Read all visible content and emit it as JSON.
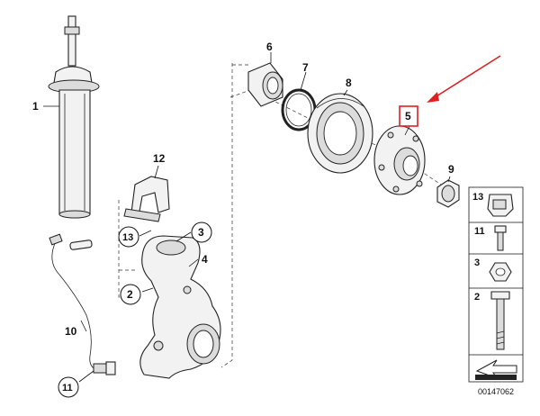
{
  "callouts": {
    "c1": "1",
    "c2": "2",
    "c3": "3",
    "c4": "4",
    "c5": "5",
    "c6": "6",
    "c7": "7",
    "c8": "8",
    "c9": "9",
    "c10": "10",
    "c11": "11",
    "c12": "12",
    "c13": "13"
  },
  "legend": {
    "items": [
      "13",
      "11",
      "3",
      "2"
    ]
  },
  "reference_number": "00147062",
  "colors": {
    "highlight": "#e02020",
    "line": "#222222"
  }
}
